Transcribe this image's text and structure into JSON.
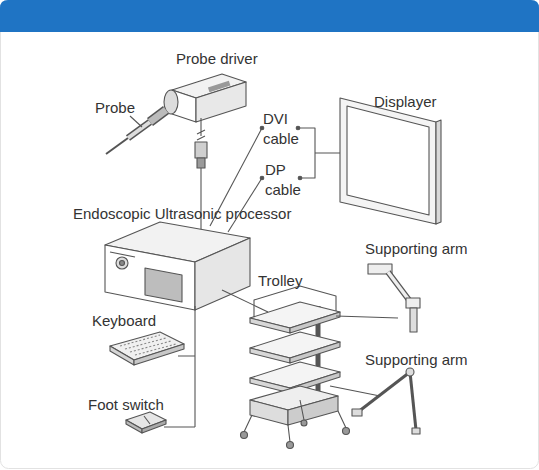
{
  "diagram": {
    "labels": [
      "Probe driver",
      "Probe",
      "DVI cable",
      "DP cable",
      "Displayer",
      "Endoscopic Ultrasonic processor",
      "Trolley",
      "Supporting arm",
      "Keyboard",
      "Supporting arm",
      "Foot switch"
    ]
  }
}
